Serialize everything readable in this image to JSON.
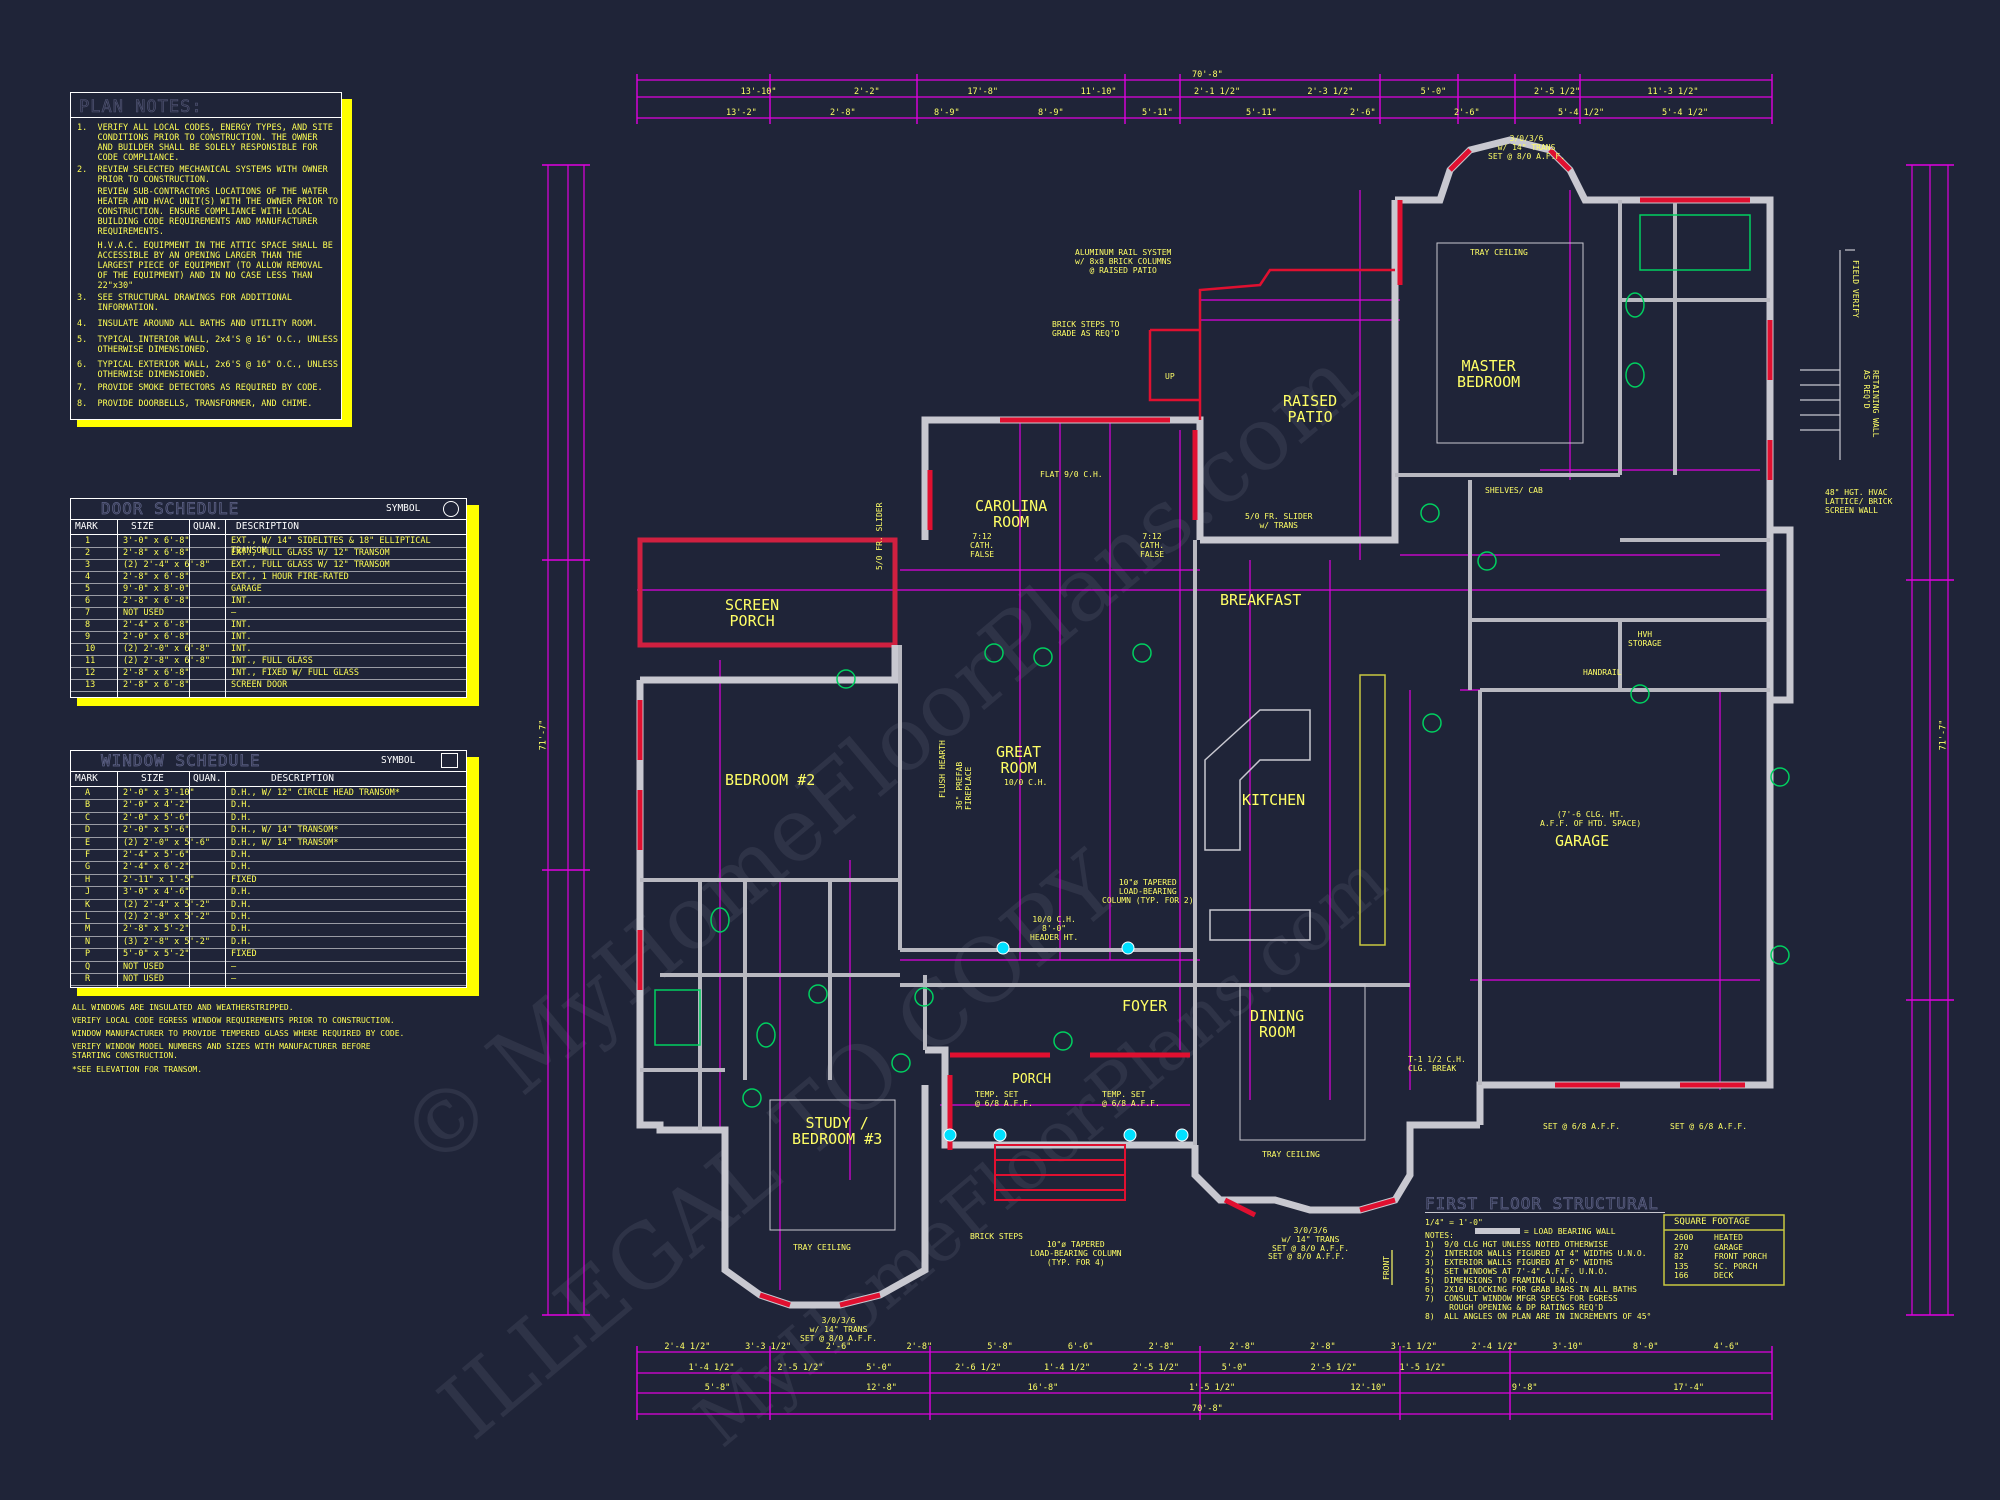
{
  "plan_notes": {
    "title": "PLAN NOTES:",
    "items": [
      "1.  VERIFY ALL LOCAL CODES, ENERGY TYPES, AND SITE\n    CONDITIONS PRIOR TO CONSTRUCTION. THE OWNER\n    AND BUILDER SHALL BE SOLELY RESPONSIBLE FOR\n    CODE COMPLIANCE.",
      "2.  REVIEW SELECTED MECHANICAL SYSTEMS WITH OWNER\n    PRIOR TO CONSTRUCTION.",
      "    REVIEW SUB-CONTRACTORS LOCATIONS OF THE WATER\n    HEATER AND HVAC UNIT(S) WITH THE OWNER PRIOR TO\n    CONSTRUCTION. ENSURE COMPLIANCE WITH LOCAL\n    BUILDING CODE REQUIREMENTS AND MANUFACTURER\n    REQUIREMENTS.",
      "    H.V.A.C. EQUIPMENT IN THE ATTIC SPACE SHALL BE\n    ACCESSIBLE BY AN OPENING LARGER THAN THE\n    LARGEST PIECE OF EQUIPMENT (TO ALLOW REMOVAL\n    OF THE EQUIPMENT) AND IN NO CASE LESS THAN\n    22\"x30\"",
      "3.  SEE STRUCTURAL DRAWINGS FOR ADDITIONAL\n    INFORMATION.",
      "4.  INSULATE AROUND ALL BATHS AND UTILITY ROOM.",
      "5.  TYPICAL INTERIOR WALL, 2x4'S @ 16\" O.C., UNLESS\n    OTHERWISE DIMENSIONED.",
      "6.  TYPICAL EXTERIOR WALL, 2x6'S @ 16\" O.C., UNLESS\n    OTHERWISE DIMENSIONED.",
      "7.  PROVIDE SMOKE DETECTORS AS REQUIRED BY CODE.",
      "8.  PROVIDE DOORBELLS, TRANSFORMER, AND CHIME."
    ]
  },
  "door_schedule": {
    "title": "DOOR SCHEDULE",
    "symbol": "SYMBOL",
    "headers": [
      "MARK",
      "SIZE",
      "QUAN.",
      "DESCRIPTION"
    ],
    "rows": [
      [
        "1",
        "3'-0\" x 6'-8\"",
        "",
        "EXT., W/ 14\" SIDELITES & 18\" ELLIPTICAL TRANSOM"
      ],
      [
        "2",
        "2'-8\" x 6'-8\"",
        "",
        "EXT., FULL GLASS W/ 12\" TRANSOM"
      ],
      [
        "3",
        "(2) 2'-4\" x 6'-8\"",
        "",
        "EXT., FULL GLASS W/ 12\" TRANSOM"
      ],
      [
        "4",
        "2'-8\" x 6'-8\"",
        "",
        "EXT., 1 HOUR FIRE-RATED"
      ],
      [
        "5",
        "9'-0\" x 8'-0\"",
        "",
        "GARAGE"
      ],
      [
        "6",
        "2'-8\" x 6'-8\"",
        "",
        "INT."
      ],
      [
        "7",
        "NOT USED",
        "",
        "—"
      ],
      [
        "8",
        "2'-4\" x 6'-8\"",
        "",
        "INT."
      ],
      [
        "9",
        "2'-0\" x 6'-8\"",
        "",
        "INT."
      ],
      [
        "10",
        "(2) 2'-0\" x 6'-8\"",
        "",
        "INT."
      ],
      [
        "11",
        "(2) 2'-8\" x 6'-8\"",
        "",
        "INT., FULL GLASS"
      ],
      [
        "12",
        "2'-8\" x 6'-8\"",
        "",
        "INT., FIXED W/ FULL GLASS"
      ],
      [
        "13",
        "2'-8\" x 6'-8\"",
        "",
        "SCREEN DOOR"
      ]
    ]
  },
  "window_schedule": {
    "title": "WINDOW SCHEDULE",
    "symbol": "SYMBOL",
    "headers": [
      "MARK",
      "SIZE",
      "QUAN.",
      "DESCRIPTION"
    ],
    "rows": [
      [
        "A",
        "2'-0\" x 3'-10\"",
        "",
        "D.H., W/ 12\" CIRCLE HEAD TRANSOM*"
      ],
      [
        "B",
        "2'-0\" x 4'-2\"",
        "",
        "D.H."
      ],
      [
        "C",
        "2'-0\" x 5'-6\"",
        "",
        "D.H."
      ],
      [
        "D",
        "2'-0\" x 5'-6\"",
        "",
        "D.H., W/ 14\" TRANSOM*"
      ],
      [
        "E",
        "(2) 2'-0\" x 5'-6\"",
        "",
        "D.H., W/ 14\" TRANSOM*"
      ],
      [
        "F",
        "2'-4\" x 5'-6\"",
        "",
        "D.H."
      ],
      [
        "G",
        "2'-4\" x 6'-2\"",
        "",
        "D.H."
      ],
      [
        "H",
        "2'-11\" x 1'-5\"",
        "",
        "FIXED"
      ],
      [
        "J",
        "3'-0\" x 4'-6\"",
        "",
        "D.H."
      ],
      [
        "K",
        "(2) 2'-4\" x 5'-2\"",
        "",
        "D.H."
      ],
      [
        "L",
        "(2) 2'-8\" x 5'-2\"",
        "",
        "D.H."
      ],
      [
        "M",
        "2'-8\" x 5'-2\"",
        "",
        "D.H."
      ],
      [
        "N",
        "(3) 2'-8\" x 5'-2\"",
        "",
        "D.H."
      ],
      [
        "P",
        "5'-0\" x 5'-2\"",
        "",
        "FIXED"
      ],
      [
        "Q",
        "NOT USED",
        "",
        "—"
      ],
      [
        "R",
        "NOT USED",
        "",
        "—"
      ]
    ],
    "footnotes": [
      "ALL WINDOWS ARE INSULATED AND WEATHERSTRIPPED.",
      "VERIFY LOCAL CODE EGRESS WINDOW REQUIREMENTS PRIOR TO CONSTRUCTION.",
      "WINDOW MANUFACTURER TO PROVIDE TEMPERED GLASS WHERE REQUIRED BY CODE.",
      "VERIFY WINDOW MODEL NUMBERS AND SIZES WITH MANUFACTURER BEFORE\nSTARTING CONSTRUCTION.",
      "*SEE ELEVATION FOR TRANSOM."
    ]
  },
  "rooms": {
    "carolina": "CAROLINA\nROOM",
    "screen_porch": "SCREEN\nPORCH",
    "bedroom2": "BEDROOM #2",
    "great_room": "GREAT\nROOM",
    "great_room_ch": "10/0 C.H.",
    "breakfast": "BREAKFAST",
    "kitchen": "KITCHEN",
    "raised_patio": "RAISED\nPATIO",
    "master": "MASTER\nBEDROOM",
    "garage": "GARAGE",
    "garage_note": "(7'-6 CLG. HT.\nA.F.F. OF HTD. SPACE)",
    "foyer": "FOYER",
    "dining": "DINING\nROOM",
    "porch": "PORCH",
    "study": "STUDY /\nBEDROOM #3"
  },
  "dims": {
    "overall": "70'-8\"",
    "top_row1": [
      "13'-10\"",
      "2'-2\"",
      "17'-8\"",
      "11'-10\"",
      "2'-1 1/2\"",
      "2'-3 1/2\"",
      "5'-0\"",
      "2'-5 1/2\"",
      "11'-3 1/2\""
    ],
    "top_row2": [
      "13'-2\"",
      "2'-8\"",
      "8'-9\"",
      "8'-9\"",
      "5'-11\"",
      "5'-11\"",
      "2'-6\"",
      "2'-6\"",
      "5'-4 1/2\"",
      "5'-4 1/2\""
    ],
    "bottom_row1": [
      "2'-4 1/2\"",
      "3'-3 1/2\"",
      "2'-6\"",
      "2'-8\"",
      "5'-8\"",
      "6'-6\"",
      "2'-8\"",
      "2'-8\"",
      "2'-8\"",
      "3'-1 1/2\"",
      "2'-4 1/2\"",
      "3'-10\"",
      "8'-0\"",
      "4'-6\""
    ],
    "bottom_row2": [
      "1'-4 1/2\"",
      "2'-5 1/2\"",
      "5'-0\"",
      "2'-6 1/2\"",
      "1'-4 1/2\"",
      "2'-5 1/2\"",
      "5'-0\"",
      "2'-5 1/2\"",
      "1'-5 1/2\""
    ],
    "bottom_row3": [
      "5'-8\"",
      "12'-8\"",
      "16'-8\"",
      "1'-5 1/2\"",
      "12'-10\"",
      "9'-8\"",
      "17'-4\""
    ],
    "left_overall": "71'-7\"",
    "right_overall": "71'-7\""
  },
  "labels": {
    "aluminum_rail": "ALUMINUM RAIL SYSTEM\nw/ 8x8 BRICK COLUMNS\n@ RAISED PATIO",
    "brick_steps": "BRICK STEPS TO\nGRADE AS REQ'D",
    "up": "UP",
    "field_verify": "FIELD VERIFY",
    "retaining_wall": "RETAINING WALL\nAS REQ'D",
    "hvac_lattice": "48\" HGT. HVAC\nLATTICE/ BRICK\nSCREEN WALL",
    "tray_ceiling": "TRAY CEILING",
    "flat_ch": "FLAT 9/0 C.H.",
    "cath_false": "7:12\nCATH.\nFALSE",
    "header_ht": "10/0 C.H.\n8'-0\"\nHEADER HT.",
    "tapered_column": "10\"ø TAPERED\nLOAD-BEARING\nCOLUMN (TYP. FOR 2)",
    "tapered_column4": "10\"ø TAPERED\nLOAD-BEARING COLUMN\n(TYP. FOR 4)",
    "brick_steps2": "BRICK STEPS",
    "prefab_fireplace": "36\" PREFAB\nFIREPLACE",
    "flush_hearth": "FLUSH HEARTH",
    "handrail": "HANDRAIL",
    "hvh_storage": "HVH\nSTORAGE",
    "shelves_cab": "SHELVES/ CAB",
    "slider": "5/0 FR. SLIDER",
    "raised_slider": "5/0 FR. SLIDER\nw/ TRANS",
    "transom_e": "3/0/3/6\nw/ 14\" TRANS\nSET @ 8/0 A.F.F.",
    "set_68": "SET @ 6/8 A.F.F.",
    "set_80": "SET @ 8/0 A.F.F.",
    "temp_set": "TEMP. SET\n@ 6/8 A.F.F.",
    "clg_break": "T-1 1/2 C.H.\nCLG. BREAK"
  },
  "first_floor": {
    "title": "FIRST FLOOR STRUCTURAL",
    "scale": "1/4\" = 1'-0\"",
    "legend": "= LOAD BEARING WALL",
    "notes_title": "NOTES:",
    "notes": [
      "1)  9/0 CLG HGT UNLESS NOTED OTHERWISE",
      "2)  INTERIOR WALLS FIGURED AT 4\" WIDTHS U.N.O.",
      "3)  EXTERIOR WALLS FIGURED AT 6\" WIDTHS",
      "4)  SET WINDOWS AT 7'-4\" A.F.F. U.N.O.",
      "5)  DIMENSIONS TO FRAMING U.N.O.",
      "6)  2X10 BLOCKING FOR GRAB BARS IN ALL BATHS",
      "7)  CONSULT WINDOW MFGR SPECS FOR EGRESS\n     ROUGH OPENING & DP RATINGS REQ'D",
      "8)  ALL ANGLES ON PLAN ARE IN INCREMENTS OF 45°"
    ],
    "front": "FRONT"
  },
  "square_footage": {
    "title": "SQUARE FOOTAGE",
    "rows": [
      [
        "2600",
        "HEATED"
      ],
      [
        "270",
        "GARAGE"
      ],
      [
        "82",
        "FRONT PORCH"
      ],
      [
        "135",
        "SC. PORCH"
      ],
      [
        "166",
        "DECK"
      ]
    ]
  },
  "watermark": {
    "lines": [
      "© MyHomeFloorPlans.com",
      "ILLEGAL TO COPY",
      "MyHomeFloorPlans.com"
    ]
  },
  "colors": {
    "background": "#1f2438",
    "wall": "#c0c0c8",
    "dimension": "#e000e0",
    "text": "#ffff66",
    "window_red": "#e01030",
    "green_tag": "#00d060",
    "cyan_column": "#00e0ff",
    "panel_shadow": "#ffff00"
  }
}
